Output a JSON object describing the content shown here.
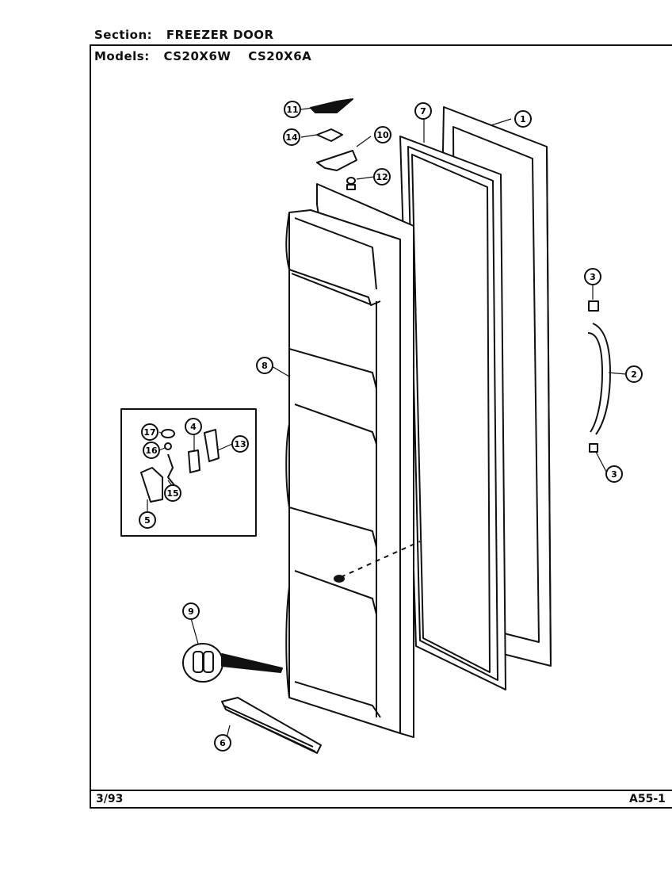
{
  "header": {
    "section_label": "Section:",
    "section_value": "FREEZER DOOR",
    "models_label": "Models:",
    "model_1": "CS20X6W",
    "model_2": "CS20X6A"
  },
  "footer": {
    "date": "3/93",
    "page_code": "A55-1"
  },
  "callouts": [
    "1",
    "2",
    "3",
    "3",
    "4",
    "5",
    "6",
    "7",
    "8",
    "9",
    "10",
    "11",
    "12",
    "13",
    "14",
    "15",
    "16",
    "17"
  ]
}
